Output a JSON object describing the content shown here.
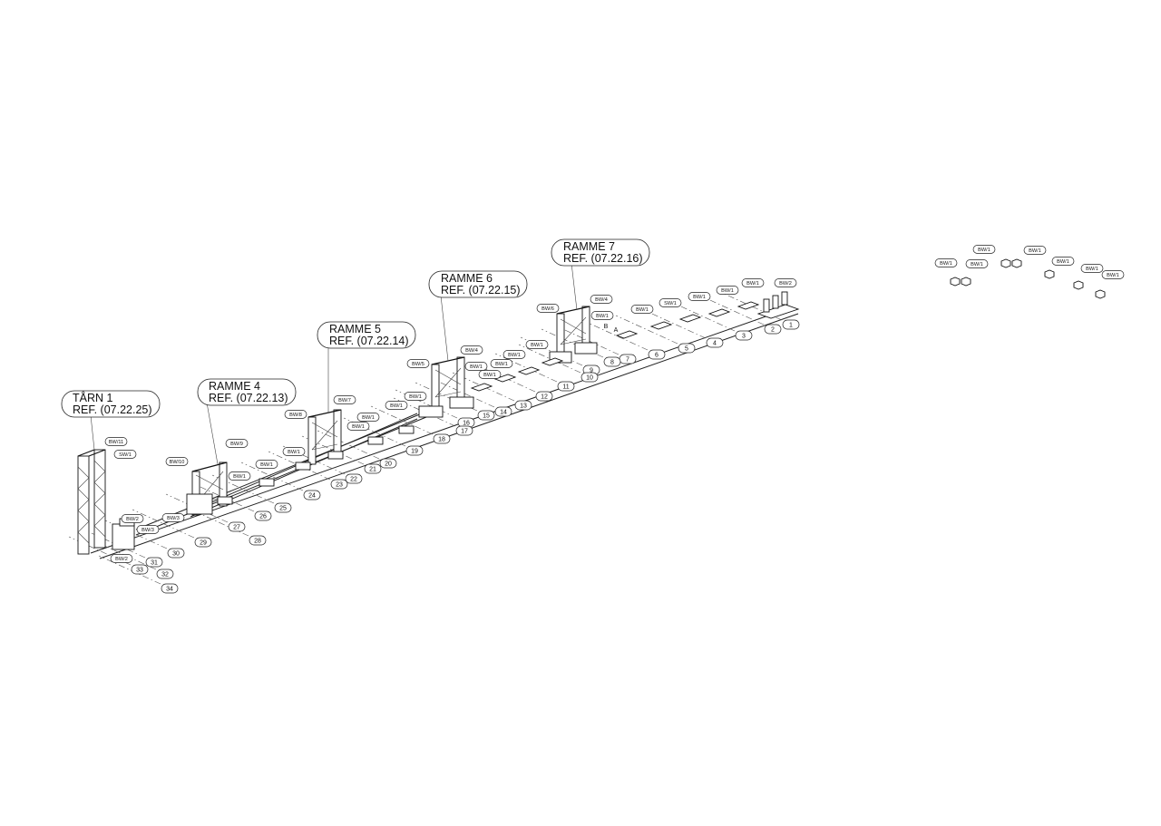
{
  "callouts": [
    {
      "id": "taarn1",
      "line1": "TÅRN 1",
      "line2": "REF. (07.22.25)"
    },
    {
      "id": "ramme4",
      "line1": "RAMME 4",
      "line2": "REF. (07.22.13)"
    },
    {
      "id": "ramme5",
      "line1": "RAMME 5",
      "line2": "REF. (07.22.14)"
    },
    {
      "id": "ramme6",
      "line1": "RAMME 6",
      "line2": "REF. (07.22.15)"
    },
    {
      "id": "ramme7",
      "line1": "RAMME 7",
      "line2": "REF. (07.22.16)"
    }
  ],
  "tags": [
    "BW/11",
    "SW/1",
    "BW/10",
    "BW/9",
    "BW/1",
    "BW/2",
    "BW/3",
    "BW/3",
    "BW/2",
    "BW/8",
    "BW/7",
    "BW/1",
    "BW/1",
    "BW/1",
    "BW/1",
    "BW/5",
    "BW/4",
    "BW/1",
    "BW/1",
    "BW/1",
    "BW/1",
    "BW/1",
    "BW/6",
    "BW/4",
    "BW/1",
    "BW/1",
    "SW/1",
    "BW/1",
    "BW/1",
    "BW/1",
    "BW/2",
    "BW/1",
    "BW/1",
    "BW/1",
    "BW/1",
    "BW/1",
    "BW/1",
    "BW/1",
    "BW/1",
    "BW/1"
  ],
  "axis_numbers": [
    "1",
    "2",
    "3",
    "4",
    "5",
    "6",
    "7",
    "8",
    "9",
    "10",
    "11",
    "12",
    "13",
    "14",
    "15",
    "16",
    "17",
    "18",
    "19",
    "20",
    "21",
    "22",
    "23",
    "24",
    "25",
    "26",
    "27",
    "28",
    "29",
    "30",
    "31",
    "32",
    "33",
    "34"
  ],
  "axis_letters": [
    "A",
    "B"
  ]
}
